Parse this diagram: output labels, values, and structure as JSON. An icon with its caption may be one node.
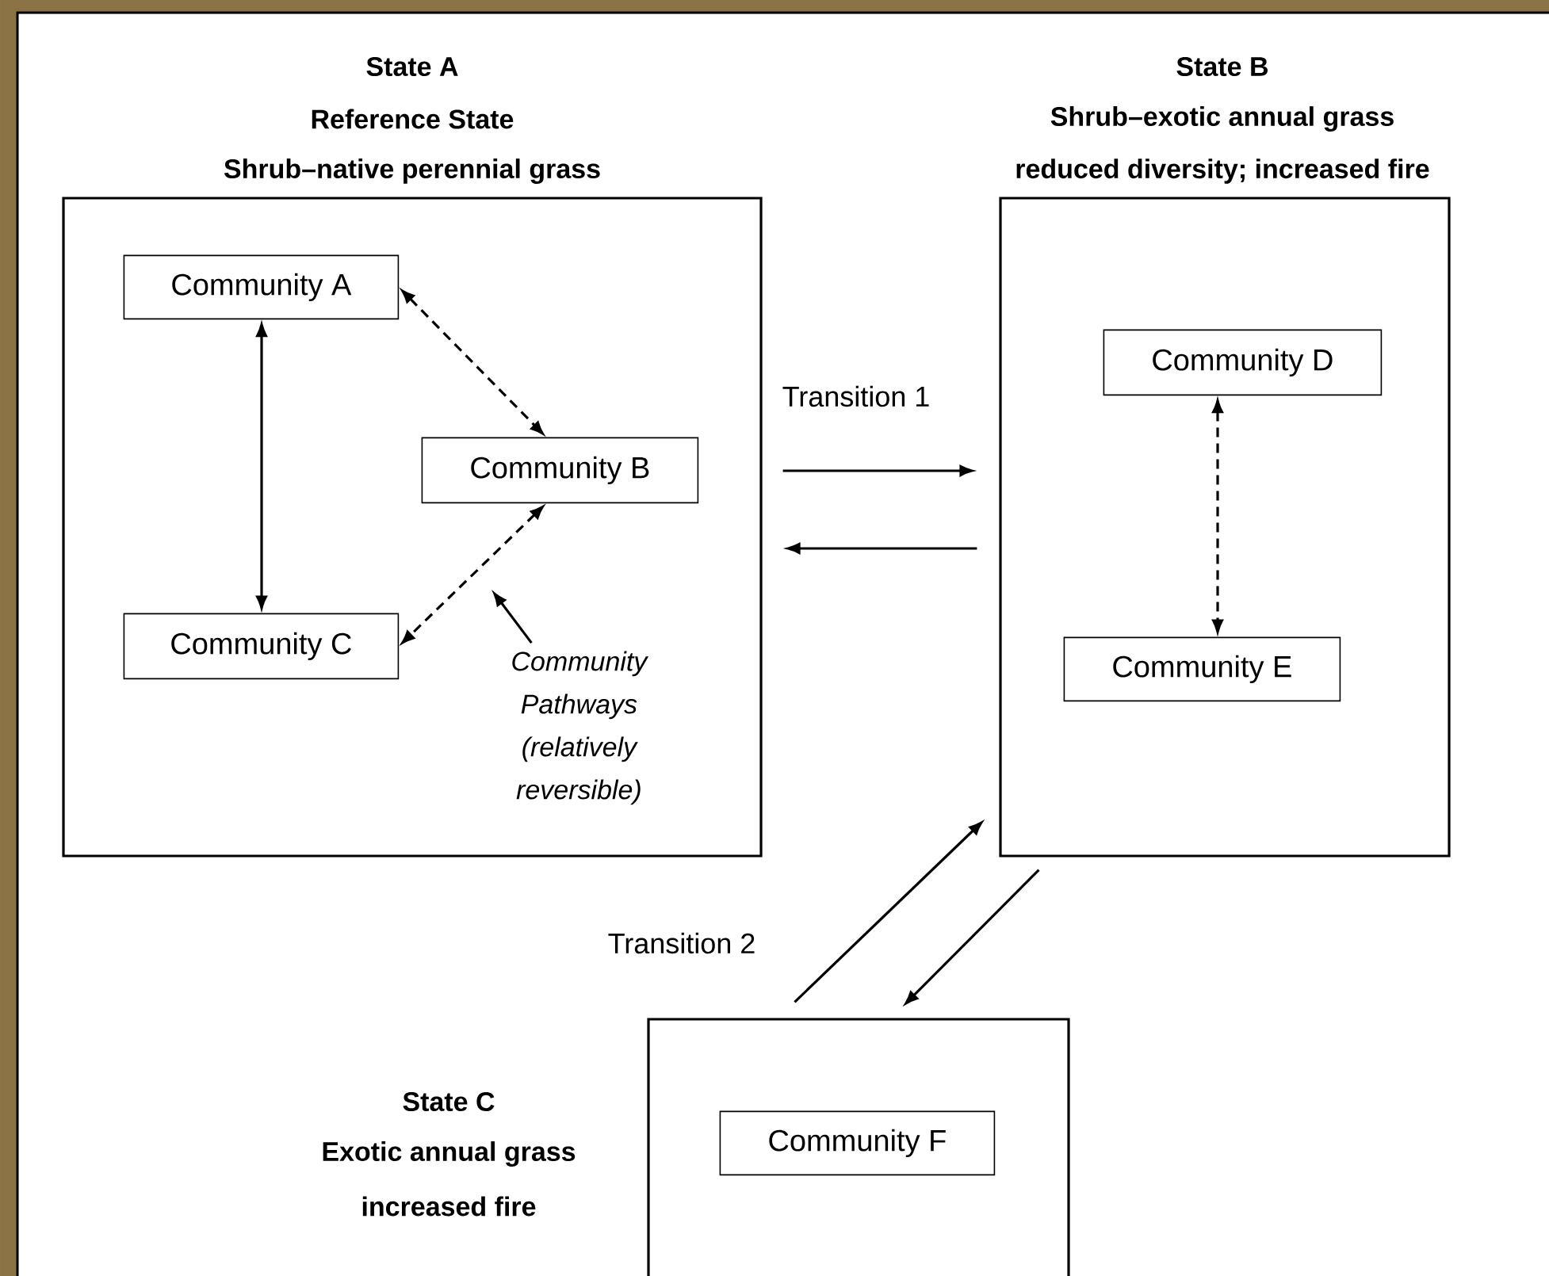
{
  "diagram": {
    "nodes": [
      {
        "text": [
          "State A",
          "Reference State",
          "Shrub–native perennial grass"
        ]
      },
      {
        "text": [
          "Community A"
        ],
        "in": 0
      },
      {
        "text": [
          "Community B"
        ],
        "in": 0
      },
      {
        "text": [
          "Community C"
        ],
        "in": 0
      },
      {
        "text": [
          "Community Pathways (relatively reversible)"
        ],
        "in": 0
      },
      {
        "text": [
          "State B",
          "Shrub–exotic annual grass",
          "reduced diversity; increased fire"
        ]
      },
      {
        "text": [
          "Community D"
        ],
        "in": 5
      },
      {
        "text": [
          "Community E"
        ],
        "in": 5
      },
      {
        "text": [],
        "shape": "box",
        "beside": [
          "State C",
          "Exotic annual grass",
          "increased fire"
        ]
      },
      {
        "text": [
          "Community F"
        ],
        "in": 8
      }
    ],
    "edges": [
      {
        "from": 1,
        "to": 3,
        "arrow": "both"
      },
      {
        "from": 1,
        "to": 2,
        "arrow": "both",
        "style": "dashed"
      },
      {
        "from": 2,
        "to": 3,
        "arrow": "both",
        "style": "dashed"
      },
      {
        "from": 4,
        "to": null,
        "arrow": "to"
      },
      {
        "from": 6,
        "to": 7,
        "arrow": "both",
        "style": "dashed"
      },
      {
        "from": 0,
        "to": 5,
        "arrow": "to",
        "label": "Transition 1"
      },
      {
        "from": 5,
        "to": 0,
        "arrow": "to"
      },
      {
        "from": 8,
        "to": 5,
        "arrow": "to",
        "label": "Transition 2"
      },
      {
        "from": 5,
        "to": 8,
        "arrow": "to"
      }
    ]
  }
}
